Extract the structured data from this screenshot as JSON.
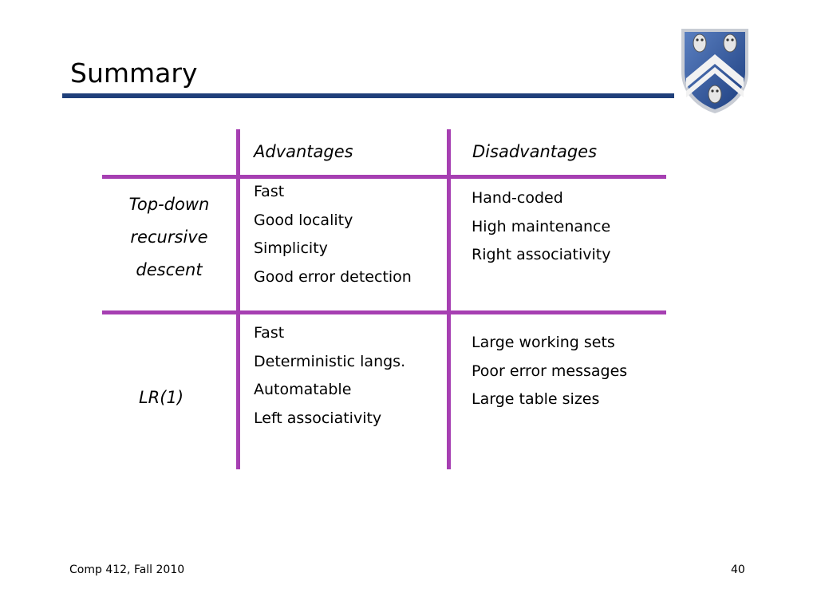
{
  "slide": {
    "title": "Summary",
    "crest_icon": "university-shield-owls-icon",
    "accent_color": "#a63fb2",
    "rule_color": "#1f3f7a"
  },
  "table": {
    "headers": [
      "",
      "Advantages",
      "Disadvantages"
    ],
    "rows": [
      {
        "label_lines": [
          "Top-down",
          "recursive",
          "descent"
        ],
        "advantages": [
          "Fast",
          "Good locality",
          "Simplicity",
          "Good error detection"
        ],
        "disadvantages": [
          "Hand-coded",
          "High maintenance",
          "Right associativity"
        ]
      },
      {
        "label_lines": [
          "LR(1)"
        ],
        "advantages": [
          "Fast",
          "Deterministic langs.",
          "Automatable",
          "Left associativity"
        ],
        "disadvantages": [
          "Large working sets",
          "Poor error messages",
          "Large table sizes"
        ]
      }
    ]
  },
  "footer": {
    "course": "Comp 412, Fall 2010",
    "page_number": "40"
  }
}
